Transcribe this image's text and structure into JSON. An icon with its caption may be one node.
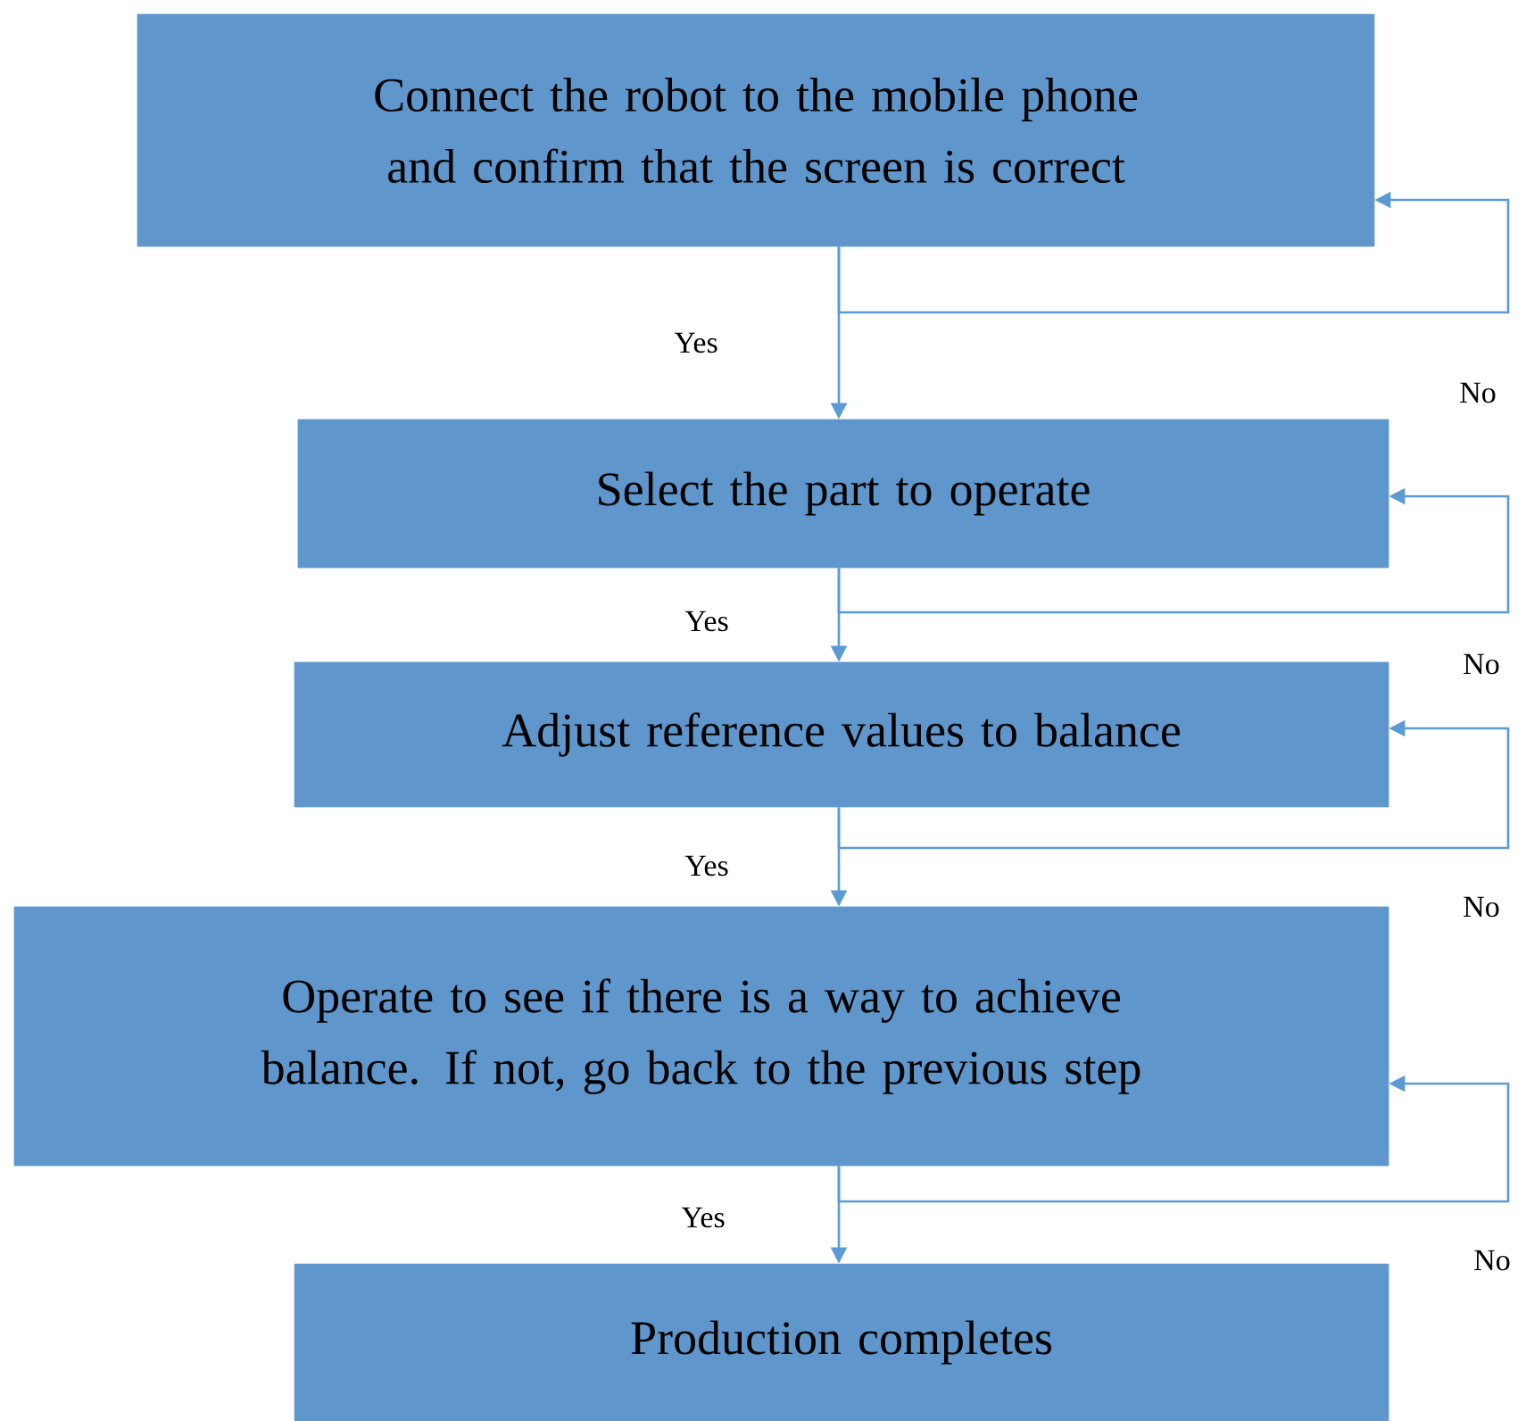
{
  "diagram": {
    "nodes": [
      {
        "text": [
          "Connect the robot to the mobile phone and confirm that the screen is correct"
        ]
      },
      {
        "text": [
          "Select the part to operate"
        ]
      },
      {
        "text": [
          "Adjust reference values to balance"
        ]
      },
      {
        "text": [
          "Operate to see if there is a way to achieve balance. If not, go back to the previous step"
        ]
      },
      {
        "text": [
          "Production completes"
        ]
      }
    ],
    "edges": [
      {
        "from": 0,
        "to": 1,
        "arrow": "to",
        "label": "Yes"
      },
      {
        "from": 0,
        "to": 0,
        "arrow": "to",
        "label": "No"
      },
      {
        "from": 1,
        "to": 2,
        "arrow": "to",
        "label": "Yes"
      },
      {
        "from": 1,
        "to": 1,
        "arrow": "to",
        "label": "No"
      },
      {
        "from": 2,
        "to": 3,
        "arrow": "to",
        "label": "Yes"
      },
      {
        "from": 2,
        "to": 2,
        "arrow": "to",
        "label": "No"
      },
      {
        "from": 3,
        "to": 4,
        "arrow": "to",
        "label": "Yes"
      },
      {
        "from": 3,
        "to": 3,
        "arrow": "to",
        "label": "No"
      }
    ]
  }
}
